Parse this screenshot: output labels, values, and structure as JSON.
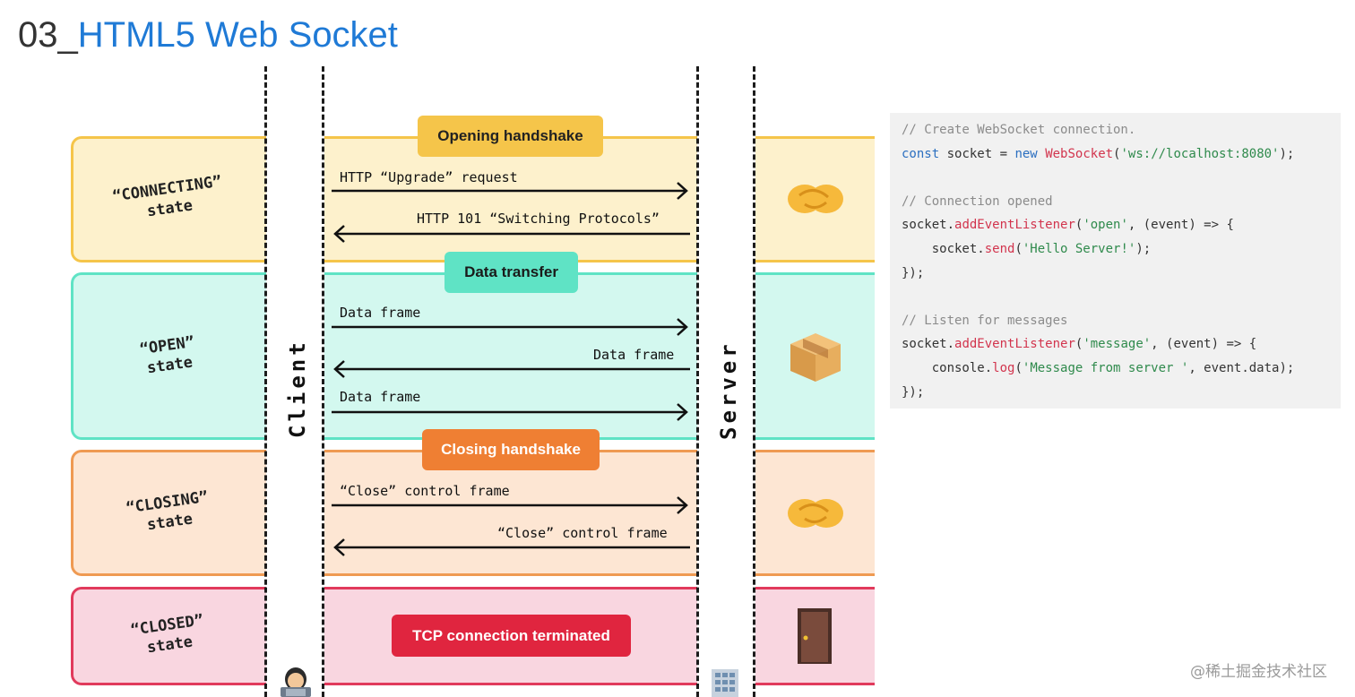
{
  "title": {
    "number": "03_",
    "text": "HTML5 Web Socket"
  },
  "lanes": {
    "client": "Client",
    "server": "Server"
  },
  "states": [
    {
      "name": "“CONNECTING”",
      "word": "state"
    },
    {
      "name": "“OPEN”",
      "word": "state"
    },
    {
      "name": "“CLOSING”",
      "word": "state"
    },
    {
      "name": "“CLOSED”",
      "word": "state"
    }
  ],
  "phases": {
    "opening": {
      "label": "Opening handshake",
      "color": "#f5c54a"
    },
    "data": {
      "label": "Data transfer",
      "color": "#5fe3c5"
    },
    "closing": {
      "label": "Closing handshake",
      "color": "#ef7f33"
    },
    "closed": {
      "label": "TCP connection terminated",
      "color": "#e0253f"
    }
  },
  "messages": [
    {
      "text": "HTTP “Upgrade” request",
      "direction": "to-server"
    },
    {
      "text": "HTTP 101 “Switching Protocols”",
      "direction": "to-client"
    },
    {
      "text": "Data frame",
      "direction": "to-server"
    },
    {
      "text": "Data frame",
      "direction": "to-client"
    },
    {
      "text": "Data frame",
      "direction": "to-server"
    },
    {
      "text": "“Close” control frame",
      "direction": "to-server"
    },
    {
      "text": "“Close” control frame",
      "direction": "to-client"
    }
  ],
  "icons": {
    "connecting": "handshake-icon",
    "open": "package-icon",
    "closing": "handshake-icon",
    "closed": "door-icon",
    "client": "technologist-icon",
    "server": "office-building-icon"
  },
  "code": {
    "l1": "// Create WebSocket connection.",
    "l2_kw": "const",
    "l2_a": " socket = ",
    "l2_new": "new",
    "l2_sp": " ",
    "l2_fn": "WebSocket",
    "l2_p1": "(",
    "l2_str": "'ws://localhost:8080'",
    "l2_p2": ");",
    "l4": "// Connection opened",
    "l5_a": "socket.",
    "l5_fn": "addEventListener",
    "l5_p1": "(",
    "l5_str": "'open'",
    "l5_b": ", (event) => {",
    "l6_a": "    socket.",
    "l6_fn": "send",
    "l6_p1": "(",
    "l6_str": "'Hello Server!'",
    "l6_p2": ");",
    "l7": "});",
    "l9": "// Listen for messages",
    "l10_a": "socket.",
    "l10_fn": "addEventListener",
    "l10_p1": "(",
    "l10_str": "'message'",
    "l10_b": ", (event) => {",
    "l11_a": "    console.",
    "l11_fn": "log",
    "l11_p1": "(",
    "l11_str": "'Message from server '",
    "l11_b": ", event.data);",
    "l12": "});"
  },
  "watermark": "@稀土掘金技术社区"
}
